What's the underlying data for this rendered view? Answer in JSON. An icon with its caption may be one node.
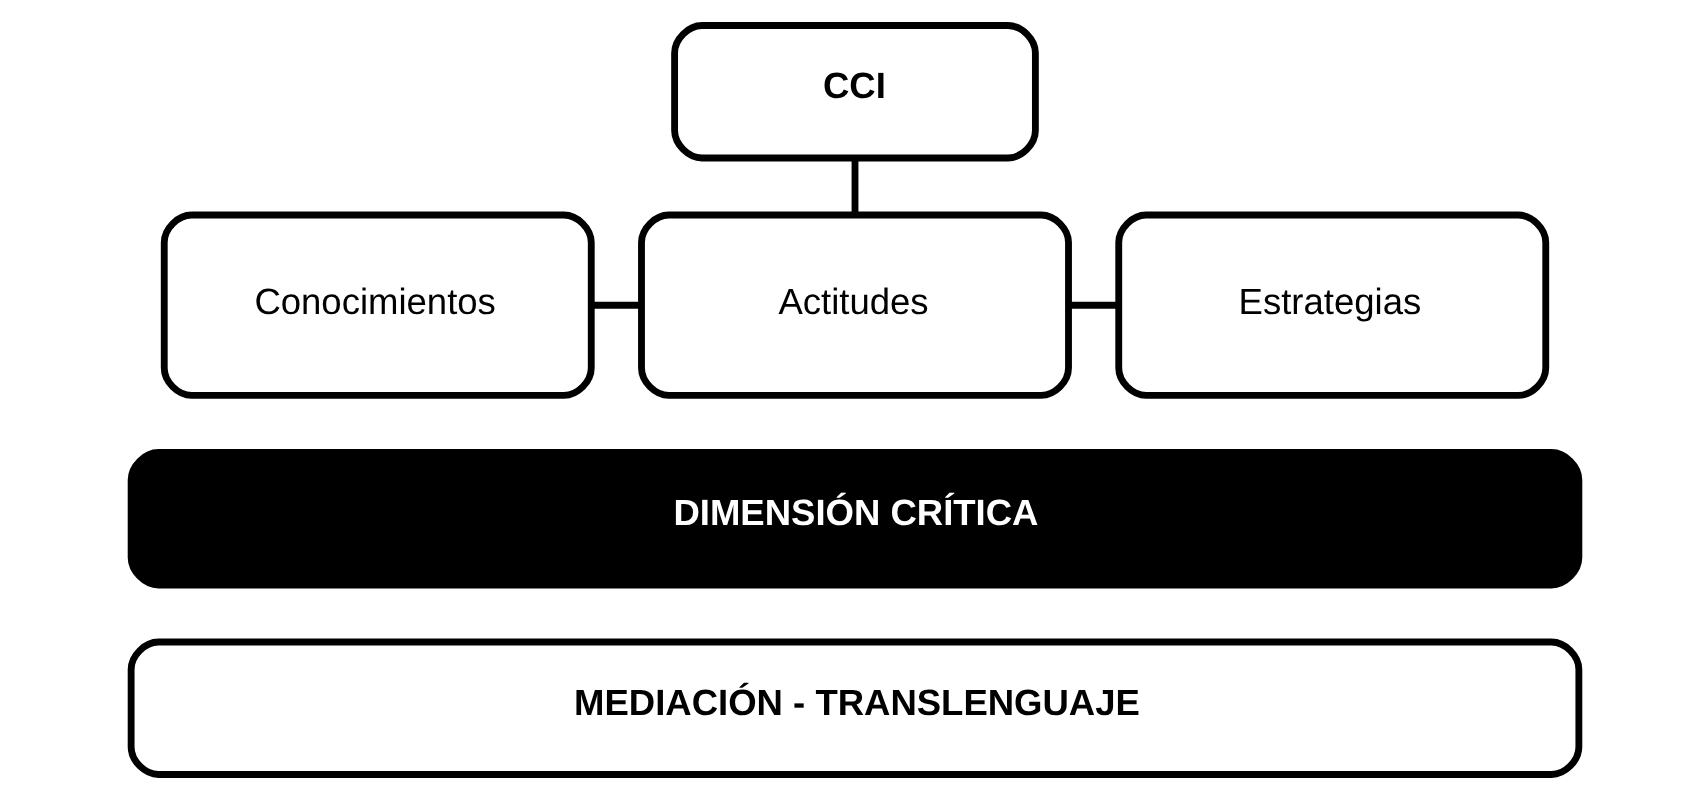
{
  "diagram": {
    "nodes": [
      {
        "text": [
          "CCI"
        ]
      },
      {
        "text": [
          "Conocimientos"
        ]
      },
      {
        "text": [
          "Actitudes"
        ]
      },
      {
        "text": [
          "Estrategias"
        ]
      },
      {
        "text": [
          "DIMENSIÓN CRÍTICA"
        ]
      },
      {
        "text": [
          "MEDIACIÓN - TRANSLENGUAJE"
        ]
      }
    ],
    "edges": [
      {
        "from": 0,
        "to": 2,
        "arrow": "none"
      },
      {
        "from": 1,
        "to": 2,
        "arrow": "none"
      },
      {
        "from": 2,
        "to": 3,
        "arrow": "none"
      }
    ]
  }
}
